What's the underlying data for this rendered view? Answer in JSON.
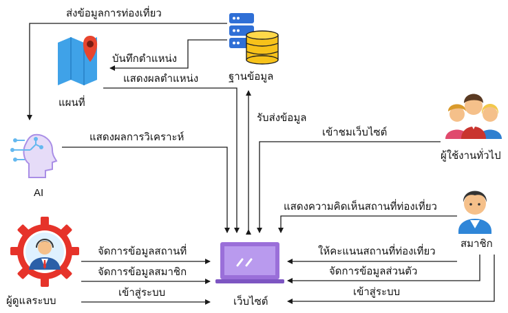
{
  "nodes": {
    "database": "ฐานข้อมูล",
    "map": "แผนที่",
    "ai": "AI",
    "admin": "ผู้ดูแลระบบ",
    "website": "เว็บไซต์",
    "public_user": "ผู้ใช้งานทั่วไป",
    "member": "สมาชิก"
  },
  "edges": {
    "send_travel_data": "ส่งข้อมูลการท่องเที่ยว",
    "save_location": "บันทึกตำแหน่ง",
    "show_location": "แสดงผลตำแหน่ง",
    "receive_send_data": "รับส่งข้อมูล",
    "visit_website": "เข้าชมเว็บไซต์",
    "show_analysis": "แสดงผลการวิเคราะห์",
    "show_comments": "แสดงความคิดเห็นสถานที่ท่องเที่ยว",
    "manage_places": "จัดการข้อมูลสถานที่",
    "manage_members": "จัดการข้อมูลสมาชิก",
    "admin_login": "เข้าสู่ระบบ",
    "rate_places": "ให้คะแนนสถานที่ท่องเที่ยว",
    "manage_personal": "จัดการข้อมูลส่วนตัว",
    "member_login": "เข้าสู่ระบบ"
  },
  "colors": {
    "arrow": "#1a1a1a",
    "database_blue": "#2f6fd6",
    "database_yellow": "#f7c21a",
    "map_blue": "#3fa2e8",
    "map_pin": "#e8452e",
    "ai_blue": "#64b8ef",
    "ai_purple": "#a98ee6",
    "website_purple": "#9a6fd9",
    "gear_red": "#e6332a",
    "member_blue": "#2f86d8",
    "skin": "#f5c08a"
  }
}
